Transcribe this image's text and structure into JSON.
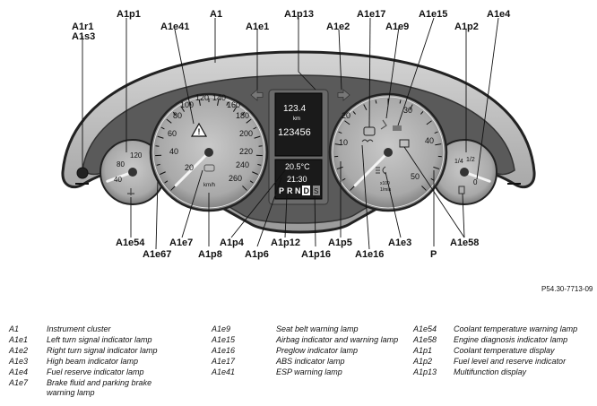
{
  "figure": {
    "callouts": [
      {
        "id": "A1r1",
        "text": "A1r1"
      },
      {
        "id": "A1s3",
        "text": "A1s3"
      },
      {
        "id": "A1p1",
        "text": "A1p1"
      },
      {
        "id": "A1e41",
        "text": "A1e41"
      },
      {
        "id": "A1",
        "text": "A1"
      },
      {
        "id": "A1e1",
        "text": "A1e1"
      },
      {
        "id": "A1p13",
        "text": "A1p13"
      },
      {
        "id": "A1e2",
        "text": "A1e2"
      },
      {
        "id": "A1e17",
        "text": "A1e17"
      },
      {
        "id": "A1e9",
        "text": "A1e9"
      },
      {
        "id": "A1e15",
        "text": "A1e15"
      },
      {
        "id": "A1p2",
        "text": "A1p2"
      },
      {
        "id": "A1e4",
        "text": "A1e4"
      },
      {
        "id": "A1e54",
        "text": "A1e54"
      },
      {
        "id": "A1e67",
        "text": "A1e67"
      },
      {
        "id": "A1e7",
        "text": "A1e7"
      },
      {
        "id": "A1p8",
        "text": "A1p8"
      },
      {
        "id": "A1p4",
        "text": "A1p4"
      },
      {
        "id": "A1p6",
        "text": "A1p6"
      },
      {
        "id": "A1p12",
        "text": "A1p12"
      },
      {
        "id": "A1p16",
        "text": "A1p16"
      },
      {
        "id": "A1p5",
        "text": "A1p5"
      },
      {
        "id": "A1e16",
        "text": "A1e16"
      },
      {
        "id": "A1e3",
        "text": "A1e3"
      },
      {
        "id": "P",
        "text": "P"
      },
      {
        "id": "A1e58",
        "text": "A1e58"
      }
    ],
    "reference_code": "P54.30-7713-09",
    "speedometer_scale": [
      "20",
      "40",
      "60",
      "80",
      "100",
      "120",
      "140",
      "160",
      "180",
      "200",
      "220",
      "240",
      "260"
    ],
    "speedometer_unit": "km/h",
    "tachometer_scale": [
      "10",
      "20",
      "30",
      "40",
      "50"
    ],
    "tachometer_unit": "x100\n1/min",
    "coolant_scale": [
      "40",
      "80",
      "120"
    ],
    "fuel_scale": [
      "0",
      "1/2",
      "1/4"
    ],
    "display_upper": {
      "trip": "123.4",
      "unit": "km",
      "odometer": "123456"
    },
    "display_lower": {
      "temp": "20.5°C",
      "time": "21:30",
      "gears": [
        "P",
        "R",
        "N",
        "D"
      ],
      "gear_box": "S"
    }
  },
  "legend": {
    "columns": [
      [
        {
          "code": "A1",
          "desc": "Instrument cluster"
        },
        {
          "code": "A1e1",
          "desc": "Left turn signal indicator lamp"
        },
        {
          "code": "A1e2",
          "desc": "Right turn signal indicator lamp"
        },
        {
          "code": "A1e3",
          "desc": "High beam indicator lamp"
        },
        {
          "code": "A1e4",
          "desc": "Fuel reserve indicator lamp"
        },
        {
          "code": "A1e7",
          "desc": "Brake fluid and parking brake warning lamp"
        }
      ],
      [
        {
          "code": "A1e9",
          "desc": "Seat belt warning lamp"
        },
        {
          "code": "A1e15",
          "desc": "Airbag indicator and warning lamp"
        },
        {
          "code": "A1e16",
          "desc": "Preglow indicator lamp"
        },
        {
          "code": "A1e17",
          "desc": "ABS indicator lamp"
        },
        {
          "code": "A1e41",
          "desc": "ESP warning lamp"
        }
      ],
      [
        {
          "code": "A1e54",
          "desc": "Coolant temperature warning lamp"
        },
        {
          "code": "A1e58",
          "desc": "Engine diagnosis indicator lamp"
        },
        {
          "code": "A1p1",
          "desc": "Coolant temperature display"
        },
        {
          "code": "A1p2",
          "desc": "Fuel level and reserve indicator"
        },
        {
          "code": "A1p13",
          "desc": "Multifunction display"
        }
      ]
    ]
  }
}
